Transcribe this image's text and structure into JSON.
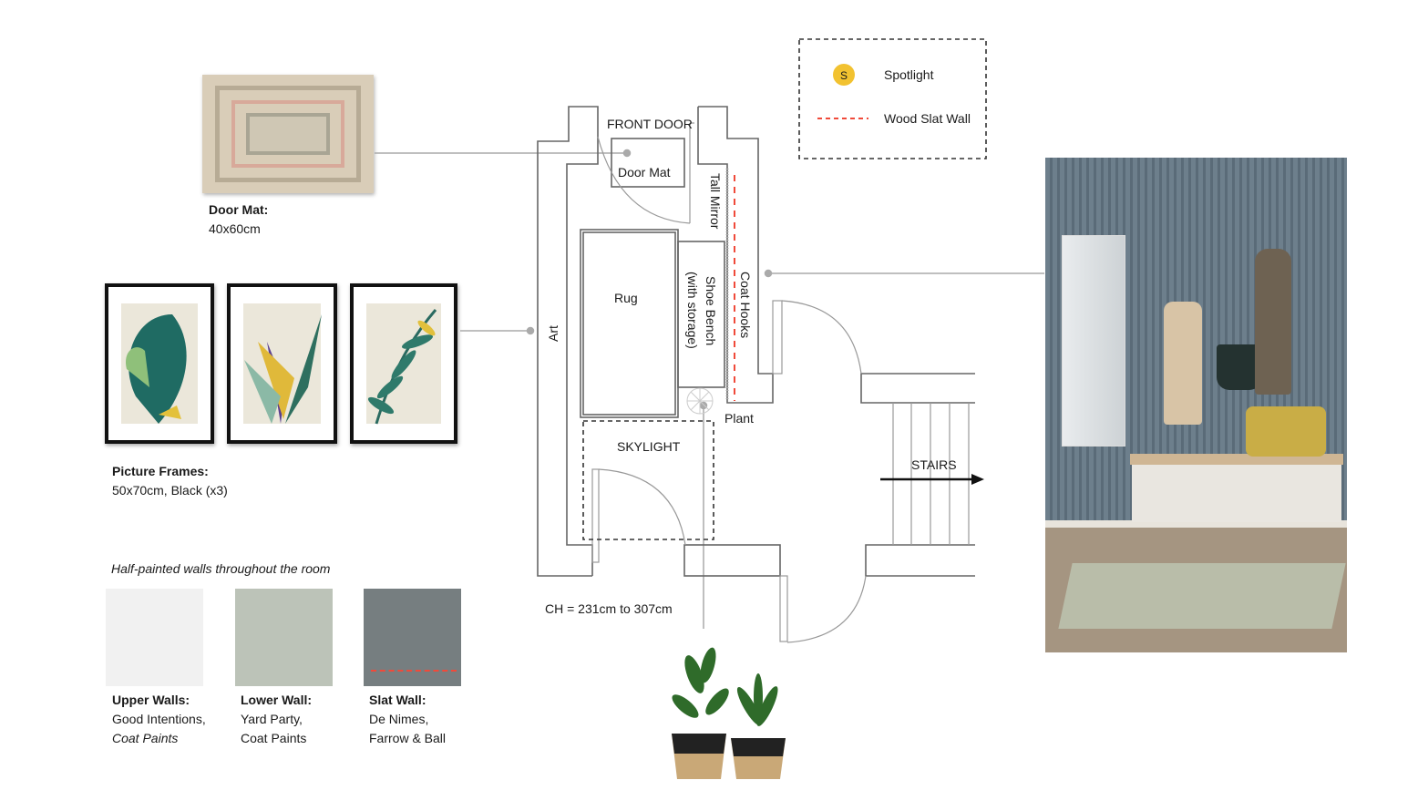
{
  "doormat": {
    "title": "Door Mat:",
    "size": "40x60cm"
  },
  "frames": {
    "title": "Picture Frames:",
    "detail": "50x70cm, Black (x3)"
  },
  "paint": {
    "heading": "Half-painted walls throughout the room",
    "swatches": [
      {
        "title": "Upper Walls:",
        "line1": "Good Intentions,",
        "line2": "Coat Paints",
        "color": "#f1f1f1"
      },
      {
        "title": "Lower Wall:",
        "line1": "Yard Party,",
        "line2": "Coat Paints",
        "color": "#bcc3b8"
      },
      {
        "title": "Slat Wall:",
        "line1": "De Nimes,",
        "line2": "Farrow & Ball",
        "color": "#767e80"
      }
    ]
  },
  "legend": {
    "spotlight_symbol": "S",
    "spotlight": "Spotlight",
    "slat": "Wood Slat Wall",
    "spotlight_color": "#f2c230",
    "slat_color": "#f04a3a"
  },
  "plan": {
    "front_door": "FRONT DOOR",
    "door_mat": "Door Mat",
    "tall_mirror": "Tall Mirror",
    "rug": "Rug",
    "shoe_bench": "Shoe Bench",
    "shoe_bench_sub": "(with storage)",
    "coat_hooks": "Coat Hooks",
    "art": "Art",
    "plant": "Plant",
    "skylight": "SKYLIGHT",
    "stairs": "STAIRS",
    "ceiling_height": "CH = 231cm to 307cm"
  }
}
